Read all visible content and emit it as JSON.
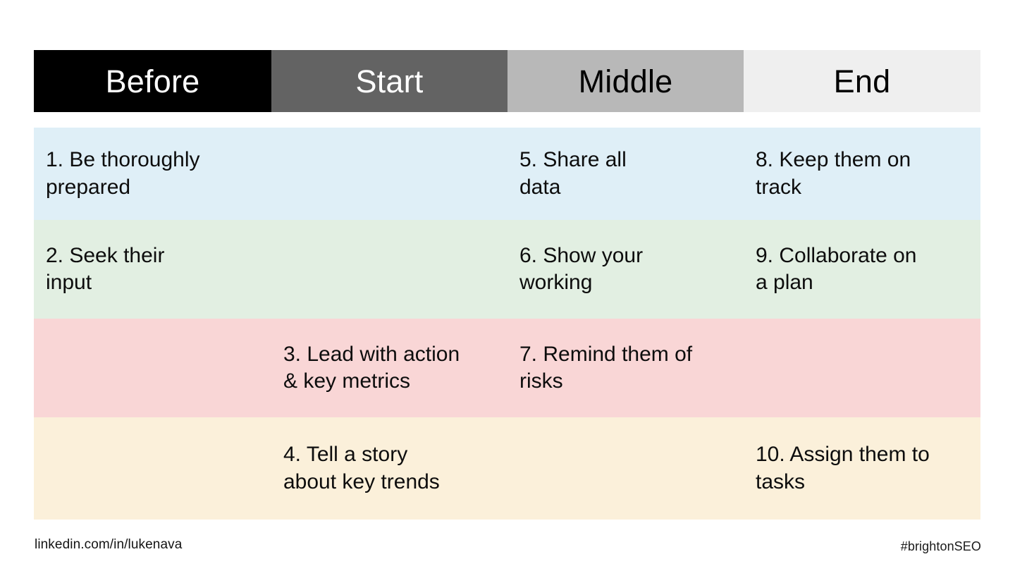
{
  "slide": {
    "columns": [
      {
        "key": "before",
        "label": "Before",
        "bg": "#000000",
        "fg": "#ffffff"
      },
      {
        "key": "start",
        "label": "Start",
        "bg": "#636363",
        "fg": "#ffffff"
      },
      {
        "key": "middle",
        "label": "Middle",
        "bg": "#b8b8b8",
        "fg": "#000000"
      },
      {
        "key": "end",
        "label": "End",
        "bg": "#efefef",
        "fg": "#000000"
      }
    ],
    "rows": [
      {
        "bg": "#dfeff7",
        "height": 131,
        "cells": {
          "before": "1. Be thoroughly\nprepared",
          "start": "",
          "middle": "5. Share all\ndata",
          "end": "8. Keep them on\ntrack"
        }
      },
      {
        "bg": "#e2efe2",
        "height": 140,
        "cells": {
          "before": "2. Seek their\ninput",
          "start": "",
          "middle": "6. Show your\nworking",
          "end": "9. Collaborate on\na plan"
        }
      },
      {
        "bg": "#f9d6d6",
        "height": 140,
        "cells": {
          "before": "",
          "start": "3. Lead with action\n& key metrics",
          "middle": "7. Remind them of\nrisks",
          "end": ""
        }
      },
      {
        "bg": "#fbf0da",
        "height": 145,
        "cells": {
          "before": "",
          "start": "4. Tell a story\nabout key trends",
          "middle": "",
          "end": "10. Assign them to\ntasks"
        }
      }
    ],
    "footer": {
      "left": "linkedin.com/in/lukenava",
      "right": "#brightonSEO"
    }
  }
}
